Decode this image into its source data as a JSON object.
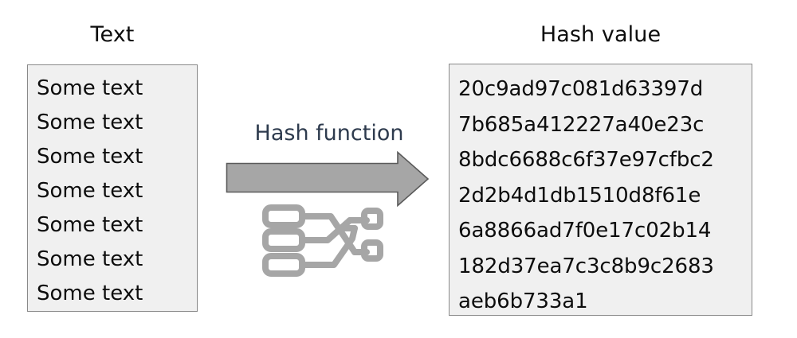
{
  "diagram": {
    "title_left": "Text",
    "title_right": "Hash value",
    "process_label": "Hash function",
    "input_lines": [
      "Some text",
      "Some text",
      "Some text",
      "Some text",
      "Some text",
      "Some text",
      "Some text"
    ],
    "hash_lines": [
      "20c9ad97c081d63397d",
      "7b685a412227a40e23c",
      "8bdc6688c6f37e97cfbc2",
      "2d2b4d1db1510d8f61e",
      "6a8866ad7f0e17c02b14",
      "182d37ea7c3c8b9c2683",
      "aeb6b733a1"
    ],
    "hash_value_full": "20c9ad97c081d63397d7b685a412227a40e23c8bdc6688c6f37e97cfbc22d2b4d1db1510d8f61e6a8866ad7f0e17c02b14182d37ea7c3c8b9c2683aeb6b733a1",
    "icons": {
      "arrow": "right-arrow-icon",
      "hash_function": "circuit-network-icon"
    },
    "colors": {
      "panel_fill": "#f0f0f0",
      "panel_border": "#898989",
      "arrow_fill": "#a6a6a6",
      "arrow_border": "#5a5a5a",
      "label_text": "#2e3b4e",
      "body_text": "#0d0d0d",
      "icon_gray": "#a6a6a6"
    }
  }
}
